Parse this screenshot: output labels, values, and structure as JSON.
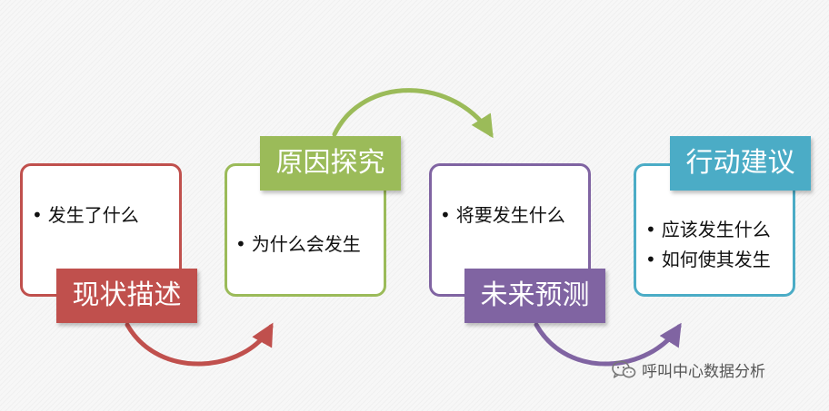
{
  "stages": [
    {
      "id": "describe",
      "tag": "现状描述",
      "bullets": [
        "发生了什么"
      ],
      "color": "#c0504d"
    },
    {
      "id": "explore",
      "tag": "原因探究",
      "bullets": [
        "为什么会发生"
      ],
      "color": "#9bbb59"
    },
    {
      "id": "predict",
      "tag": "未来预测",
      "bullets": [
        "将要发生什么"
      ],
      "color": "#8064a2"
    },
    {
      "id": "advise",
      "tag": "行动建议",
      "bullets": [
        "应该发生什么",
        "如何使其发生"
      ],
      "color": "#4bacc6"
    }
  ],
  "connectors": [
    {
      "from": "describe",
      "to": "explore",
      "color": "#c0504d"
    },
    {
      "from": "explore",
      "to": "predict",
      "color": "#9bbb59"
    },
    {
      "from": "predict",
      "to": "advise",
      "color": "#8064a2"
    }
  ],
  "watermark": {
    "icon": "wechat-icon",
    "text": "呼叫中心数据分析"
  }
}
